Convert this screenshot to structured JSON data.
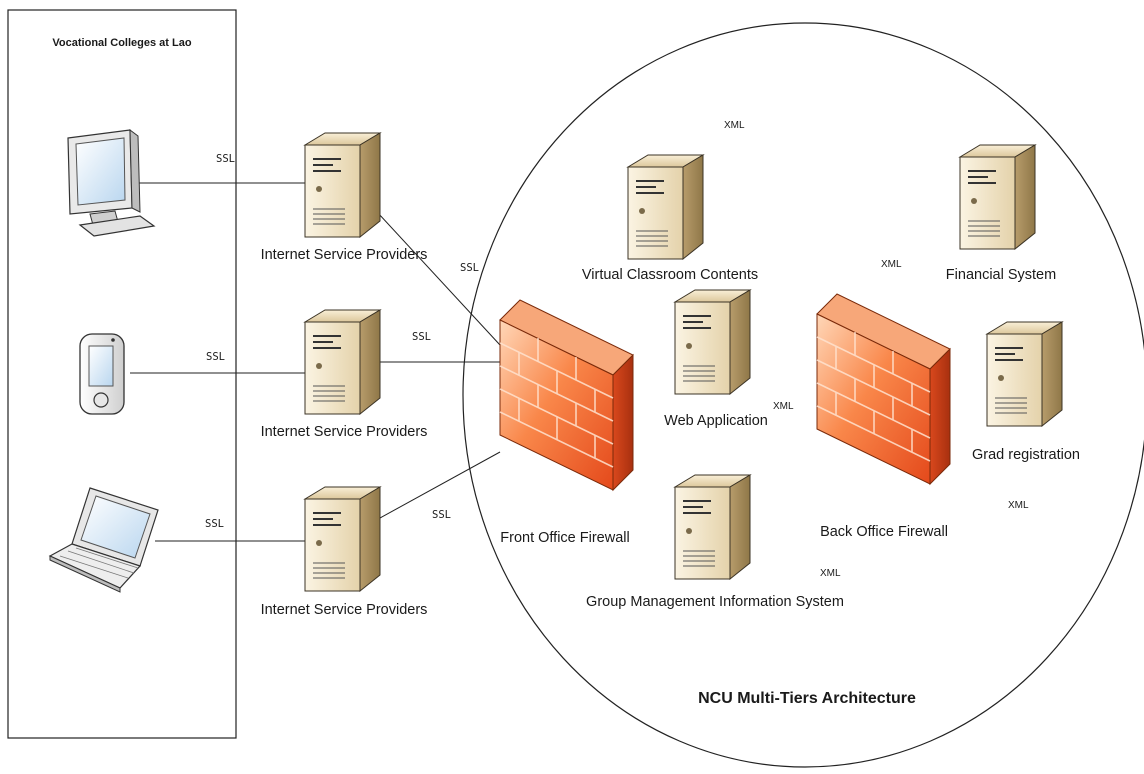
{
  "left_panel": {
    "title": "Vocational Colleges at Lao"
  },
  "clients": [
    {
      "icon": "desktop-monitor-icon",
      "ssl_label": "SSL"
    },
    {
      "icon": "pda-device-icon",
      "ssl_label": "SSL"
    },
    {
      "icon": "laptop-icon",
      "ssl_label": "SSL"
    }
  ],
  "isps": [
    {
      "label": "Internet Service Providers",
      "ssl_label": "SSL"
    },
    {
      "label": "Internet Service Providers",
      "ssl_label": "SSL"
    },
    {
      "label": "Internet Service Providers",
      "ssl_label": "SSL"
    }
  ],
  "architecture": {
    "title": "NCU Multi-Tiers Architecture",
    "front_firewall": "Front Office Firewall",
    "back_firewall": "Back Office Firewall",
    "servers": {
      "virtual_classroom": "Virtual Classroom Contents",
      "web_application": "Web Application",
      "group_management": "Group Management Information System",
      "financial": "Financial System",
      "grad_registration": "Grad registration"
    },
    "xml_labels": [
      "XML",
      "XML",
      "XML",
      "XML",
      "XML"
    ]
  },
  "colors": {
    "line": "#222222",
    "server_front": "#f0e2c4",
    "server_side": "#c9b48a",
    "firewall": "#f26a2c"
  }
}
